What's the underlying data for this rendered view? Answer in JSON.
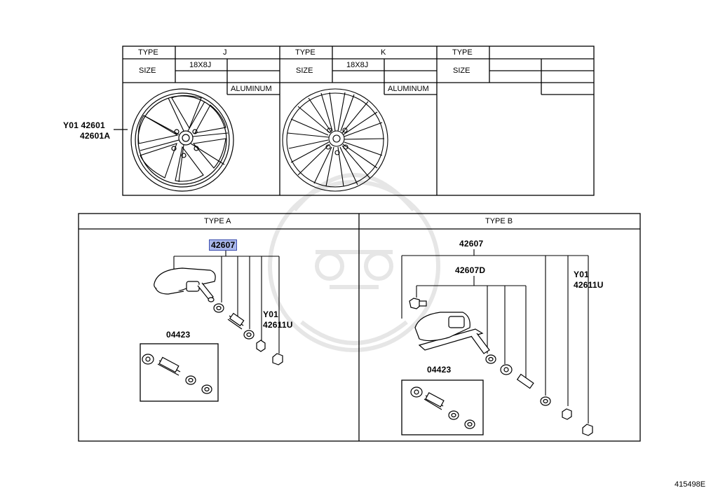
{
  "wheel_table": {
    "header_type": "TYPE",
    "header_size": "SIZE",
    "columns": [
      {
        "type": "J",
        "size": "18X8J",
        "material": "ALUMINUM"
      },
      {
        "type": "K",
        "size": "18X8J",
        "material": "ALUMINUM"
      },
      {
        "type": "",
        "size": "",
        "material": ""
      }
    ],
    "callout_line1": "Y01 42601",
    "callout_line2": "42601A"
  },
  "type_a": {
    "title": "TYPE A",
    "part_main": "42607",
    "part_kit": "04423",
    "part_alt_line1": "Y01",
    "part_alt_line2": "42611U"
  },
  "type_b": {
    "title": "TYPE B",
    "part_main": "42607",
    "part_sub": "42607D",
    "part_kit": "04423",
    "part_alt_line1": "Y01",
    "part_alt_line2": "42611U"
  },
  "diagram_id": "415498E",
  "colors": {
    "highlight": "#a9b7ea",
    "highlight_border": "#3d4fb0",
    "ink": "#000000",
    "watermark": "#e4e4e4"
  }
}
